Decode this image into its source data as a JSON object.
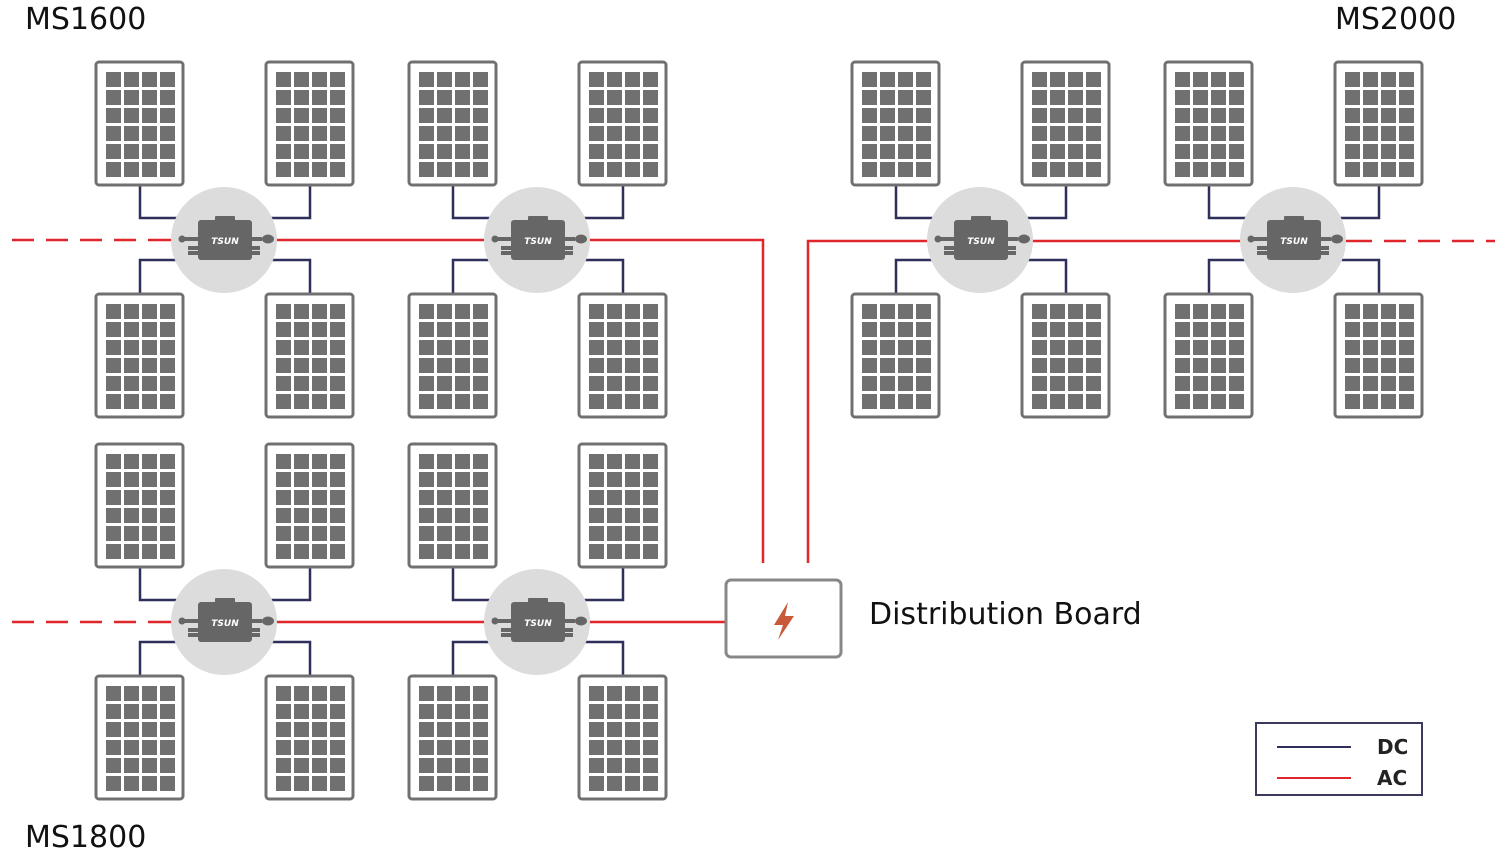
{
  "labels": {
    "ms1600": "MS1600",
    "ms2000": "MS2000",
    "ms1800": "MS1800"
  },
  "distribution_board": {
    "label": "Distribution Board",
    "icon": "lightning-icon"
  },
  "inverter": {
    "brand": "TSUN"
  },
  "legend": {
    "dc": "DC",
    "ac": "AC"
  },
  "colors": {
    "dc": "#2e2f5a",
    "ac": "#e0262b",
    "panel": "#707070",
    "inverter_bg": "#dcdcdc",
    "inverter": "#666666",
    "bolt": "#c85a3a"
  }
}
